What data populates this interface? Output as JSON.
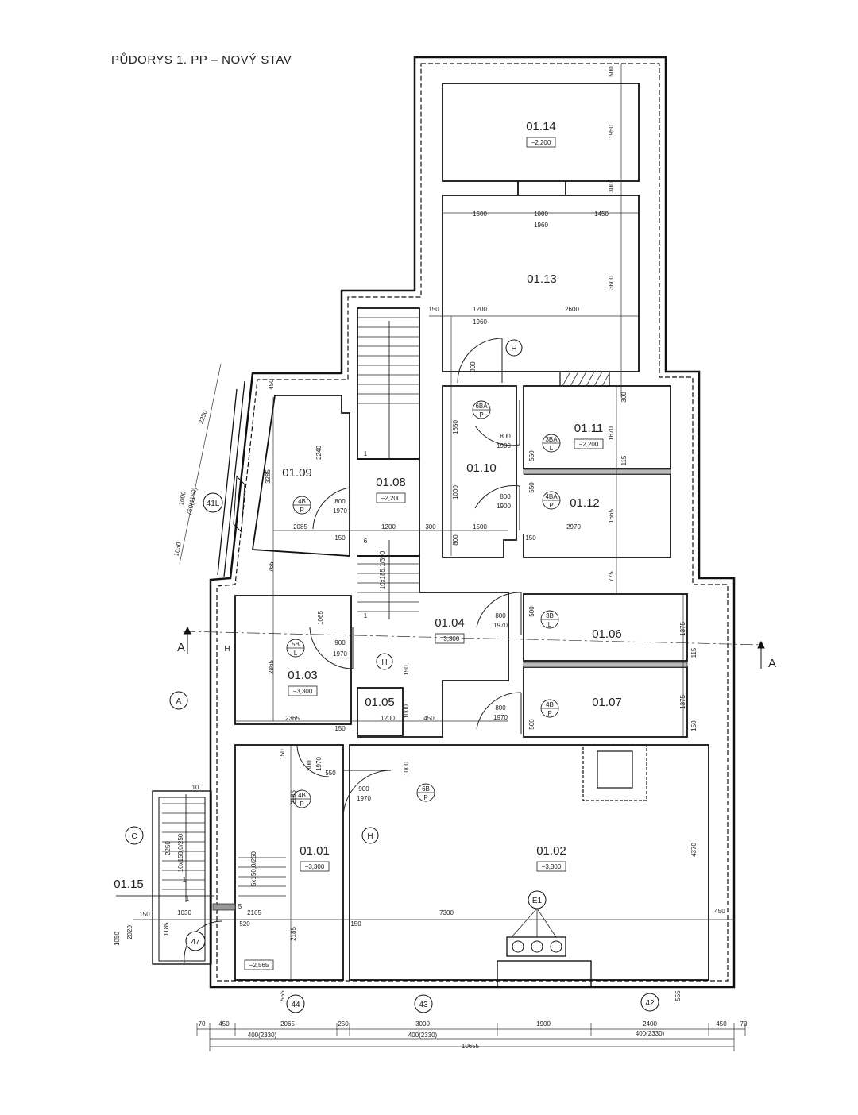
{
  "title": "PŮDORYS 1. PP – NOVÝ STAV",
  "rooms": [
    {
      "id": "01.14",
      "level": "−2,200"
    },
    {
      "id": "01.13",
      "level": ""
    },
    {
      "id": "01.11",
      "level": "−2,200"
    },
    {
      "id": "01.12",
      "level": ""
    },
    {
      "id": "01.10",
      "level": ""
    },
    {
      "id": "01.09",
      "level": ""
    },
    {
      "id": "01.08",
      "level": "−2,200"
    },
    {
      "id": "01.04",
      "level": "−3,300"
    },
    {
      "id": "01.06",
      "level": ""
    },
    {
      "id": "01.07",
      "level": ""
    },
    {
      "id": "01.03",
      "level": "−3,300"
    },
    {
      "id": "01.05",
      "level": ""
    },
    {
      "id": "01.01",
      "level": "−3,300"
    },
    {
      "id": "01.02",
      "level": "−3,300"
    },
    {
      "id": "01.15",
      "level": ""
    },
    {
      "id": "",
      "level": "−2,565"
    }
  ],
  "door_tags": [
    {
      "top": "6BA",
      "bottom": "P"
    },
    {
      "top": "3BA",
      "bottom": "L"
    },
    {
      "top": "4BA",
      "bottom": "P"
    },
    {
      "top": "4B",
      "bottom": "P"
    },
    {
      "top": "3B",
      "bottom": "L"
    },
    {
      "top": "5B",
      "bottom": "L"
    },
    {
      "top": "4B",
      "bottom": "P"
    },
    {
      "top": "4B",
      "bottom": "P"
    },
    {
      "top": "6B",
      "bottom": "P"
    }
  ],
  "circle_labels": [
    "H",
    "H",
    "H",
    "H",
    "41L",
    "A",
    "C",
    "47",
    "44",
    "43",
    "42",
    "E1"
  ],
  "section_marks": [
    "A",
    "A"
  ],
  "dimensions": [
    "500",
    "1950",
    "300",
    "1500",
    "1000",
    "1450",
    "1960",
    "3600",
    "150",
    "1200",
    "2600",
    "1960",
    "900",
    "300",
    "1670",
    "1650",
    "800",
    "1900",
    "550",
    "115",
    "1000",
    "800",
    "1900",
    "550",
    "1665",
    "1500",
    "2970",
    "150",
    "800",
    "450",
    "2240",
    "3285",
    "800",
    "1970",
    "2085",
    "150",
    "1200",
    "300",
    "6",
    "10x185,1/300",
    "1",
    "1",
    "765",
    "775",
    "2250",
    "1000",
    "760(1150)",
    "1030",
    "1065",
    "900",
    "1970",
    "800",
    "1970",
    "500",
    "1375",
    "115",
    "2865",
    "150",
    "1200",
    "1000",
    "450",
    "800",
    "1970",
    "500",
    "1375",
    "150",
    "2365",
    "150",
    "150",
    "800",
    "1970",
    "550",
    "1000",
    "900",
    "1970",
    "2185",
    "10",
    "2250",
    "10x150,0/250",
    "1",
    "1",
    "5x150,0/250",
    "5",
    "2165",
    "520",
    "2185",
    "150",
    "1030",
    "1185",
    "2020",
    "1050",
    "150",
    "7300",
    "450",
    "4370",
    "555",
    "555",
    "70",
    "450",
    "2065",
    "250",
    "3000",
    "1900",
    "2400",
    "450",
    "70",
    "400(2330)",
    "400(2330)",
    "400(2330)",
    "10655"
  ]
}
